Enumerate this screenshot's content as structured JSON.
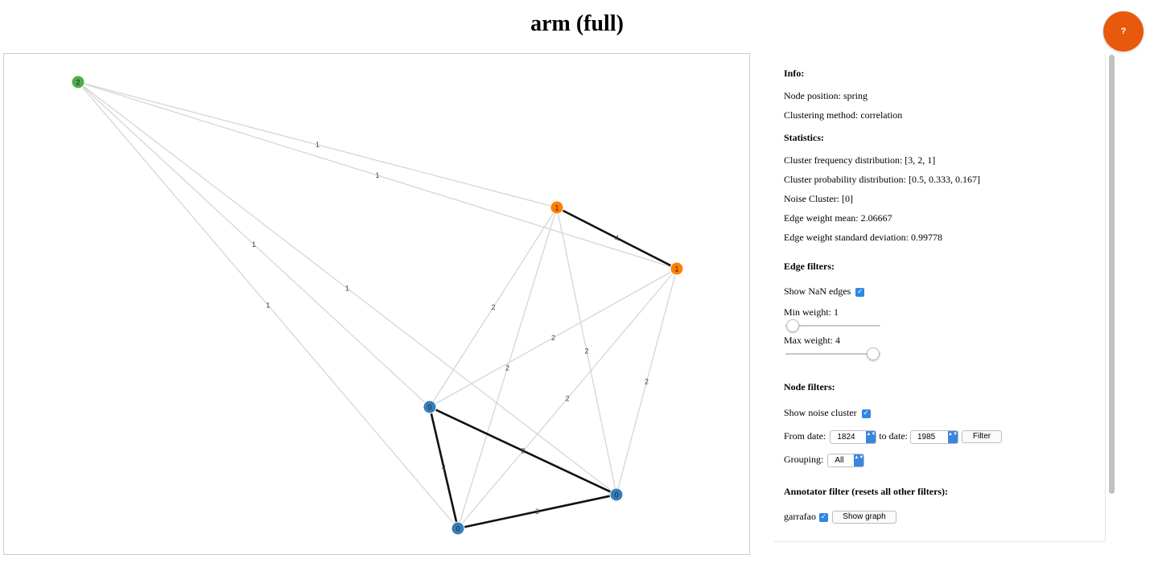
{
  "title": "arm (full)",
  "help_label": "?",
  "graph": {
    "nodes": [
      {
        "id": "n_green",
        "label": "2",
        "color": "#4daf4a"
      },
      {
        "id": "n_orange_top",
        "label": "1",
        "color": "#ff7f00"
      },
      {
        "id": "n_orange_right",
        "label": "1",
        "color": "#ff7f00"
      },
      {
        "id": "n_blue_left",
        "label": "0",
        "color": "#377eb8"
      },
      {
        "id": "n_blue_right",
        "label": "0",
        "color": "#377eb8"
      },
      {
        "id": "n_blue_bottom",
        "label": "0",
        "color": "#377eb8"
      }
    ],
    "edges": [
      {
        "source": "n_green",
        "target": "n_orange_top",
        "weight": "1"
      },
      {
        "source": "n_green",
        "target": "n_orange_right",
        "weight": "1"
      },
      {
        "source": "n_green",
        "target": "n_blue_left",
        "weight": "1"
      },
      {
        "source": "n_green",
        "target": "n_blue_right",
        "weight": "1"
      },
      {
        "source": "n_green",
        "target": "n_blue_bottom",
        "weight": "1"
      },
      {
        "source": "n_orange_top",
        "target": "n_orange_right",
        "weight": "4"
      },
      {
        "source": "n_orange_top",
        "target": "n_blue_left",
        "weight": "2"
      },
      {
        "source": "n_orange_top",
        "target": "n_blue_bottom",
        "weight": "2"
      },
      {
        "source": "n_orange_top",
        "target": "n_blue_right",
        "weight": "2"
      },
      {
        "source": "n_orange_right",
        "target": "n_blue_left",
        "weight": "2"
      },
      {
        "source": "n_orange_right",
        "target": "n_blue_bottom",
        "weight": "2"
      },
      {
        "source": "n_orange_right",
        "target": "n_blue_right",
        "weight": "2"
      },
      {
        "source": "n_blue_left",
        "target": "n_blue_right",
        "weight": "3"
      },
      {
        "source": "n_blue_left",
        "target": "n_blue_bottom",
        "weight": "4"
      },
      {
        "source": "n_blue_bottom",
        "target": "n_blue_right",
        "weight": "3"
      }
    ],
    "strong_edge_color": "#111111",
    "weak_edge_color": "#d6d6d6"
  },
  "panel": {
    "info_header": "Info:",
    "node_position": "Node position: spring",
    "clustering_method": "Clustering method: correlation",
    "statistics_header": "Statistics:",
    "cluster_freq": "Cluster frequency distribution: [3, 2, 1]",
    "cluster_prob": "Cluster probability distribution: [0.5, 0.333, 0.167]",
    "noise_cluster": "Noise Cluster: [0]",
    "edge_mean": "Edge weight mean: 2.06667",
    "edge_std": "Edge weight standard deviation: 0.99778",
    "edge_filters_header": "Edge filters:",
    "show_nan_label": "Show NaN edges",
    "min_weight_label": "Min weight: 1",
    "max_weight_label": "Max weight: 4",
    "min_weight_level": 0.08,
    "max_weight_level": 0.92,
    "node_filters_header": "Node filters:",
    "show_noise_label": "Show noise cluster",
    "from_date_label": "From date:",
    "from_date_value": "1824",
    "to_date_label": "to date:",
    "to_date_value": "1985",
    "filter_button": "Filter",
    "grouping_label": "Grouping:",
    "grouping_value": "All",
    "annotator_header": "Annotator filter (resets all other filters):",
    "annotator_name": "garrafao",
    "show_graph_button": "Show graph",
    "checkmark": "✓",
    "select_arrows": "▲▼"
  }
}
